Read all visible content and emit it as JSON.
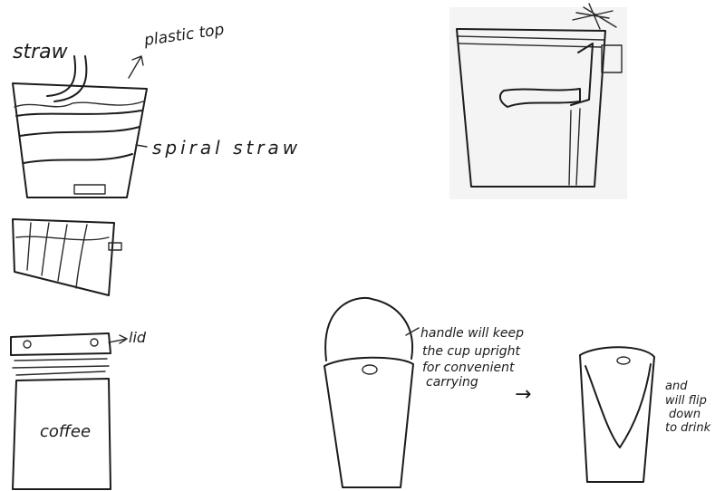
{
  "labels": {
    "straw": "straw",
    "plastic_top": "plastic top",
    "spiral_straw": "spiral straw",
    "lid": "lid",
    "coffee": "coffee",
    "handle_note": [
      "handle will keep",
      "the cup upright",
      "for convenient",
      "carrying"
    ],
    "arrow_glyph": "→",
    "flip_note": [
      "and",
      "will flip",
      "down",
      "to drink"
    ]
  }
}
